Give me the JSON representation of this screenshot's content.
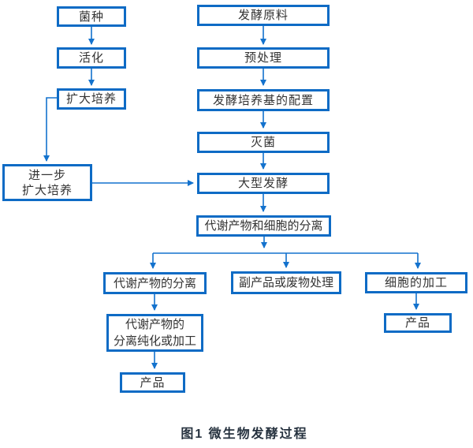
{
  "diagram": {
    "caption": "图1 微生物发酵过程",
    "colors": {
      "box_border": "#0e6bc5",
      "arrow_line": "#1372cd",
      "box_text": "#333333",
      "caption_text": "#26323f"
    },
    "nodes": {
      "strain": "菌种",
      "activation": "活化",
      "expand_culture": "扩大培养",
      "further_expand_culture": "进一步\n扩大培养",
      "raw_material": "发酵原料",
      "pretreatment": "预处理",
      "medium_preparation": "发酵培养基的配置",
      "sterilization": "灭菌",
      "large_fermentation": "大型发酵",
      "metabolite_cell_separation": "代谢产物和细胞的分离",
      "metabolite_separation": "代谢产物的分离",
      "byproduct_waste_treatment": "副产品或废物处理",
      "cell_processing": "细胞的加工",
      "purification_processing": "代谢产物的\n分离纯化或加工",
      "product_left": "产品",
      "product_right": "产品"
    }
  }
}
